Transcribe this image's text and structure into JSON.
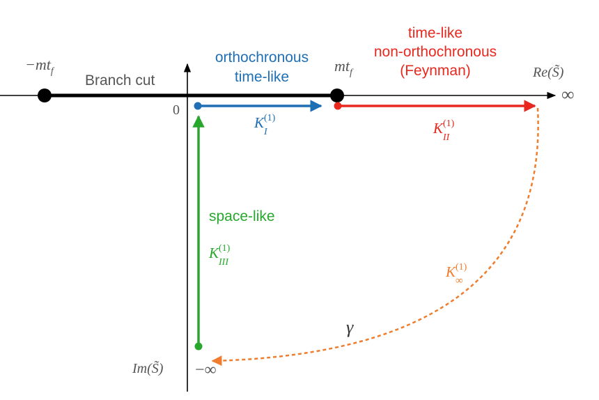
{
  "colors": {
    "axis": "#000000",
    "grey_text": "#555555",
    "blue": "#1f6fb5",
    "red": "#e8281e",
    "green": "#27a82c",
    "orange": "#ef7d2d",
    "dark": "#333333"
  },
  "labels": {
    "neg_mtf": "−mt",
    "neg_mtf_sub": "f",
    "mtf": "mt",
    "mtf_sub": "f",
    "branch_cut": "Branch cut",
    "orthochronous_line1": "orthochronous",
    "orthochronous_line2": "time-like",
    "timelike_line1": "time-like",
    "timelike_line2": "non-orthochronous",
    "timelike_line3": "(Feynman)",
    "re_axis": "Re(S̃)",
    "im_axis": "Im(S̃)",
    "zero": "0",
    "infinity": "∞",
    "neg_infinity": "−∞",
    "space_like": "space-like",
    "gamma": "γ"
  },
  "contours": {
    "k1": {
      "base": "K",
      "sub": "I",
      "sup": "(1)"
    },
    "k2": {
      "base": "K",
      "sub": "II",
      "sup": "(1)"
    },
    "k3": {
      "base": "K",
      "sub": "III",
      "sup": "(1)"
    },
    "kinf": {
      "base": "K",
      "sub": "∞",
      "sup": "(1)"
    }
  }
}
